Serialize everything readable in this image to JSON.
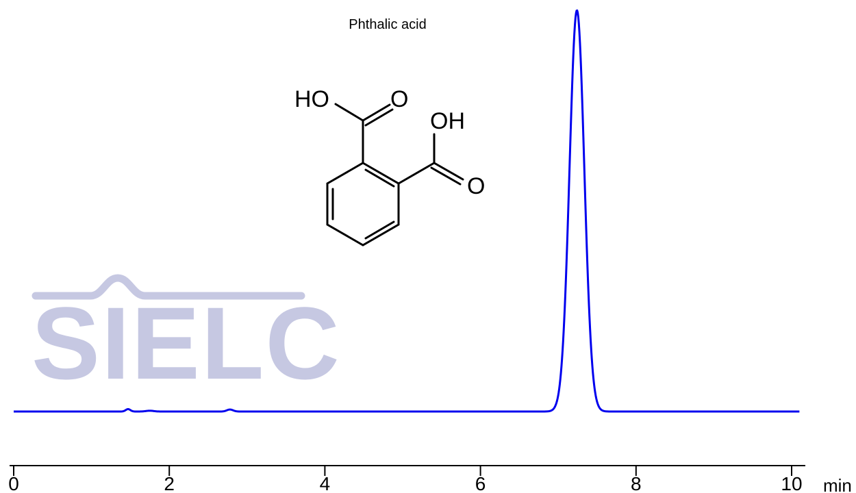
{
  "chart_data": {
    "type": "line",
    "title": "Phthalic acid",
    "xlabel": "min",
    "ylabel": "",
    "xlim": [
      0,
      10.3
    ],
    "ylim": [
      0,
      1
    ],
    "x_ticks": [
      0,
      2,
      4,
      6,
      8,
      10
    ],
    "y_ticks": [],
    "grid": false,
    "legend": "none",
    "series": [
      {
        "color": "#0000ee",
        "baseline": 0,
        "range": [
          0,
          10.1
        ],
        "points": [
          {
            "x": 0.0,
            "y": 0.0
          },
          {
            "x": 1.2,
            "y": 0.0
          },
          {
            "x": 1.47,
            "y": 0.006
          },
          {
            "x": 1.75,
            "y": 0.002
          },
          {
            "x": 2.5,
            "y": 0.0
          },
          {
            "x": 2.78,
            "y": 0.005
          },
          {
            "x": 3.0,
            "y": 0.0
          },
          {
            "x": 6.9,
            "y": 0.0
          },
          {
            "x": 7.0,
            "y": 0.02
          },
          {
            "x": 7.1,
            "y": 0.25
          },
          {
            "x": 7.18,
            "y": 0.85
          },
          {
            "x": 7.24,
            "y": 1.0
          },
          {
            "x": 7.3,
            "y": 0.85
          },
          {
            "x": 7.4,
            "y": 0.35
          },
          {
            "x": 7.5,
            "y": 0.08
          },
          {
            "x": 7.6,
            "y": 0.01
          },
          {
            "x": 7.8,
            "y": 0.0
          },
          {
            "x": 10.1,
            "y": 0.0
          }
        ],
        "peaks": [
          {
            "center": 7.24,
            "height": 1.0,
            "sigma": 0.095
          }
        ],
        "bumps": [
          {
            "center": 1.47,
            "height": 0.006,
            "sigma": 0.03
          },
          {
            "center": 1.75,
            "height": 0.002,
            "sigma": 0.05
          },
          {
            "center": 2.78,
            "height": 0.005,
            "sigma": 0.04
          }
        ]
      }
    ]
  },
  "structure": {
    "atoms": [
      "HO",
      "O",
      "OH",
      "O"
    ]
  },
  "watermark": {
    "text": "SIELC",
    "color": "#c6c8e2"
  }
}
